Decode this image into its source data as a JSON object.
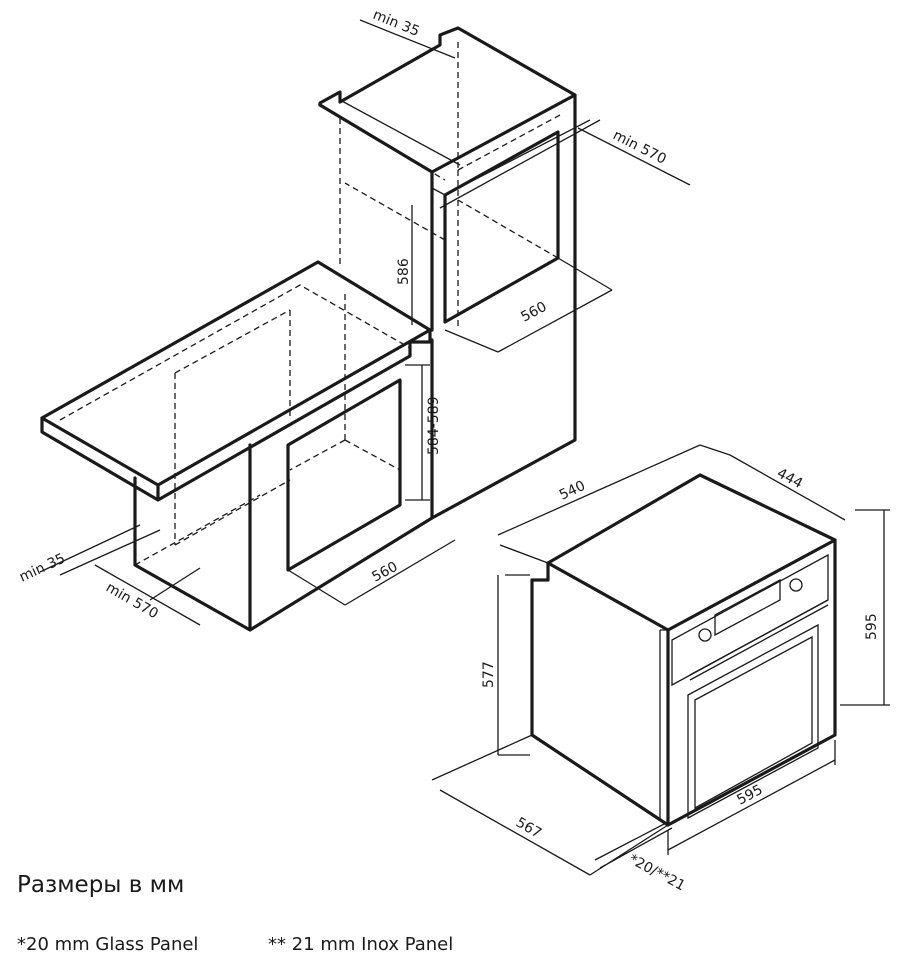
{
  "title": "Размеры в мм",
  "notes": {
    "glass": "*20 mm Glass Panel",
    "inox": "** 21 mm Inox Panel"
  },
  "dimensions": {
    "tall_top_gap": "min 35",
    "tall_depth": "min 570",
    "tall_height": "586",
    "tall_width": "560",
    "under_height": "584-589",
    "under_width": "560",
    "under_gap": "min 35",
    "under_depth": "min 570",
    "oven_depth_top": "540",
    "oven_front_depth": "444",
    "oven_height": "595",
    "oven_body_height": "577",
    "oven_width": "595",
    "oven_body_depth": "567",
    "oven_panel": "*20/**21"
  }
}
